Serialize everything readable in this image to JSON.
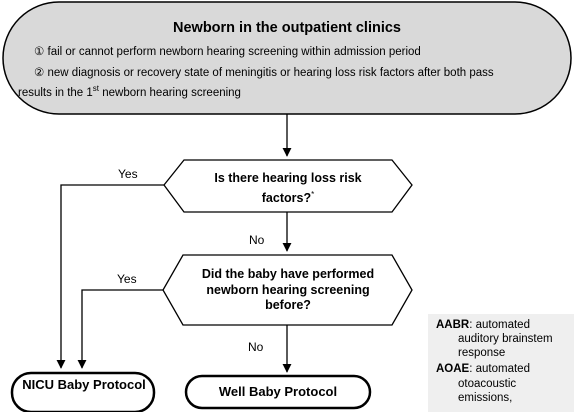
{
  "start": {
    "title": "Newborn in the outpatient clinics",
    "condition1": "① fail or cannot perform newborn hearing screening within admission period",
    "condition2": "② new diagnosis or recovery state of meningitis or hearing loss risk factors after both pass",
    "condition3_pre": "results in the 1",
    "condition3_sup": "st",
    "condition3_post": " newborn hearing screening"
  },
  "decision1": {
    "text": "Is there hearing loss risk factors?",
    "footnote": "*"
  },
  "decision2": {
    "text": "Did the baby have performed newborn hearing screening before?"
  },
  "edges": {
    "yes1": "Yes",
    "no1": "No",
    "yes2": "Yes",
    "no2": "No"
  },
  "ends": {
    "nicu": "NICU Baby Protocol",
    "well": "Well Baby Protocol"
  },
  "legend": {
    "aabr_term": "AABR",
    "aabr_def1": ": automated",
    "aabr_def2": "auditory brainstem",
    "aabr_def3": "response",
    "aoae_term": "AOAE",
    "aoae_def1": ": automated",
    "aoae_def2": "otoacoustic",
    "aoae_def3": "emissions,"
  },
  "colors": {
    "start_fill": "#d9d9d9",
    "legend_fill": "#efefef",
    "stroke": "#000000"
  }
}
